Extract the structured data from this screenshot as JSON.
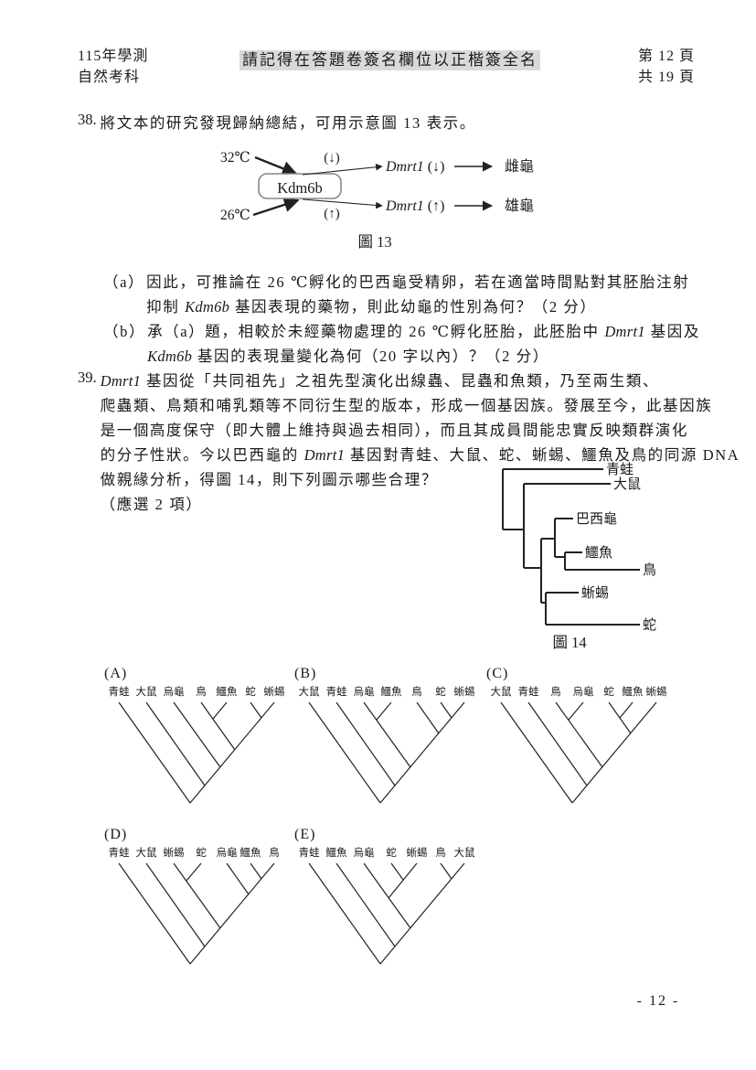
{
  "header": {
    "exam_year": "115年學測",
    "subject": "自然考科",
    "notice": "請記得在答題卷簽名欄位以正楷簽全名",
    "page_label": "第 12 頁",
    "total_label": "共 19 頁"
  },
  "footer": {
    "page_number": "- 12 -"
  },
  "q38": {
    "number": "38.",
    "intro": "將文本的研究發現歸納總結，可用示意圖 13 表示。",
    "fig13": {
      "temp_high": "32℃",
      "temp_low": "26℃",
      "box_gene": "Kdm6b",
      "gene": "Dmrt1",
      "down": "(↓)",
      "up": "(↑)",
      "female": "雌龜",
      "male": "雄龜",
      "caption": "圖 13"
    },
    "sub_a": {
      "label": "（a）",
      "lines": [
        [
          {
            "t": "因此，可推論在 26 ℃孵化的巴西龜受精卵，若在適當時間點對其胚胎注射"
          }
        ],
        [
          {
            "t": "抑制 "
          },
          {
            "t": "Kdm6b",
            "i": true
          },
          {
            "t": " 基因表現的藥物，則此幼龜的性別為何？（2 分）"
          }
        ]
      ]
    },
    "sub_b": {
      "label": "（b）",
      "lines": [
        [
          {
            "t": "承（a）題，相較於未經藥物處理的 26 ℃孵化胚胎，此胚胎中 "
          },
          {
            "t": "Dmrt1",
            "i": true
          },
          {
            "t": " 基因及"
          }
        ],
        [
          {
            "t": "Kdm6b",
            "i": true
          },
          {
            "t": " 基因的表現量變化為何（20 字以內）？（2 分）"
          }
        ]
      ]
    }
  },
  "q39": {
    "number": "39.",
    "lines": [
      [
        {
          "t": "Dmrt1",
          "i": true
        },
        {
          "t": " 基因從「共同祖先」之祖先型演化出線蟲、昆蟲和魚類，乃至兩生類、"
        }
      ],
      [
        {
          "t": "爬蟲類、鳥類和哺乳類等不同衍生型的版本，形成一個基因族。發展至今，此基因族"
        }
      ],
      [
        {
          "t": "是一個高度保守（即大體上維持與過去相同），而且其成員間能忠實反映類群演化"
        }
      ],
      [
        {
          "t": "的分子性狀。今以巴西龜的 "
        },
        {
          "t": "Dmrt1",
          "i": true
        },
        {
          "t": " 基因對青蛙、大鼠、蛇、蜥蜴、鱷魚及鳥的同源 DNA"
        }
      ],
      [
        {
          "t": "做親緣分析，得圖 14，則下列圖示哪些合理？"
        }
      ],
      [
        {
          "t": "（應選 2 項）"
        }
      ]
    ],
    "fig14": {
      "caption": "圖 14",
      "taxa": [
        "青蛙",
        "大鼠",
        "巴西龜",
        "鱷魚",
        "鳥",
        "蜥蜴",
        "蛇"
      ],
      "structure": "(青蛙,(大鼠,((巴西龜,(鱷魚,鳥)),(蜥蜴,蛇))))"
    },
    "options": [
      {
        "label": "(A)",
        "taxa": [
          "青蛙",
          "大鼠",
          "烏龜",
          "鳥",
          "鱷魚",
          "蛇",
          "蜥蜴"
        ],
        "structure": "(青蛙,(大鼠,(烏龜,((鳥,鱷魚),(蛇,蜥蜴)))))"
      },
      {
        "label": "(B)",
        "taxa": [
          "大鼠",
          "青蛙",
          "烏龜",
          "鱷魚",
          "鳥",
          "蛇",
          "蜥蜴"
        ],
        "structure": "(大鼠,(青蛙,((烏龜,鱷魚),(鳥,(蛇,蜥蜴)))))"
      },
      {
        "label": "(C)",
        "taxa": [
          "大鼠",
          "青蛙",
          "鳥",
          "烏龜",
          "蛇",
          "鱷魚",
          "蜥蜴"
        ],
        "structure": "(大鼠,(青蛙,((鳥,烏龜),((蛇,鱷魚),蜥蜴))))"
      },
      {
        "label": "(D)",
        "taxa": [
          "青蛙",
          "大鼠",
          "蜥蜴",
          "蛇",
          "烏龜",
          "鱷魚",
          "鳥"
        ],
        "structure": "(青蛙,(大鼠,((蜥蜴,蛇),(烏龜,(鱷魚,鳥)))))"
      },
      {
        "label": "(E)",
        "taxa": [
          "青蛙",
          "鱷魚",
          "烏龜",
          "蛇",
          "蜥蜴",
          "鳥",
          "大鼠"
        ],
        "structure": "(青蛙,(鱷魚,((烏龜,(蛇,蜥蜴)),(鳥,大鼠))))"
      }
    ]
  }
}
